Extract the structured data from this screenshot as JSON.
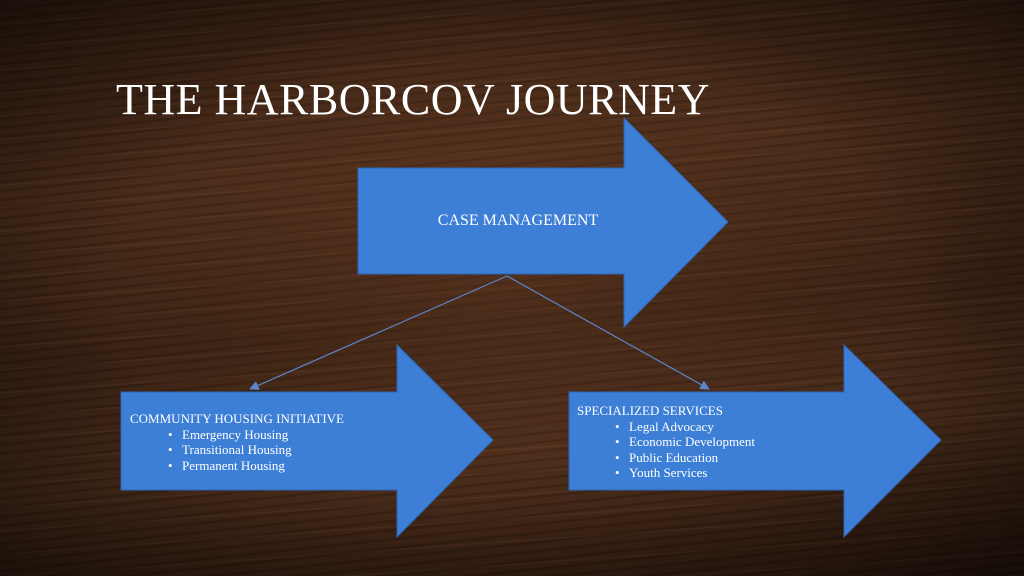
{
  "slide": {
    "title": "THE HARBORCOV JOURNEY"
  },
  "colors": {
    "arrow_fill": "#3d7fd6",
    "arrow_stroke": "#2e66b3",
    "connector": "#5b86c9",
    "text": "#ffffff"
  },
  "case_management": {
    "label": "CASE MANAGEMENT"
  },
  "community_housing": {
    "heading": "COMMUNITY HOUSING INITIATIVE",
    "items": [
      "Emergency Housing",
      "Transitional Housing",
      "Permanent Housing"
    ]
  },
  "specialized_services": {
    "heading": "SPECIALIZED SERVICES",
    "items": [
      "Legal Advocacy",
      "Economic Development",
      "Public Education",
      "Youth Services"
    ]
  }
}
